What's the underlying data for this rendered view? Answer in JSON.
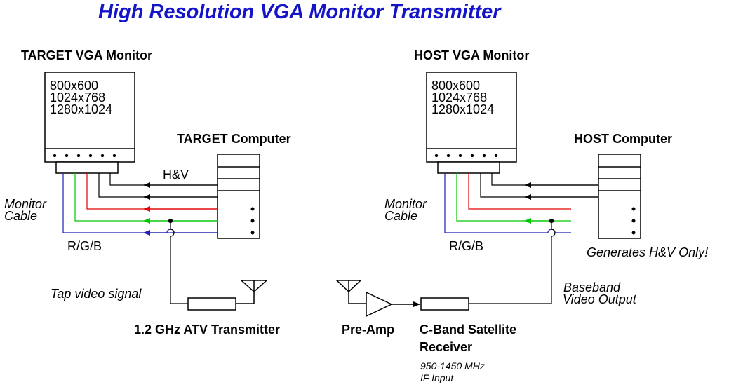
{
  "title": "High Resolution VGA Monitor Transmitter",
  "colors": {
    "title": "#1414c8",
    "red_wire": "#e00000",
    "green_wire": "#00c800",
    "blue_wire": "#1e1eb4",
    "line": "#000000"
  },
  "left": {
    "monitor_title": "TARGET VGA Monitor",
    "resolutions": [
      "800x600",
      "1024x768",
      "1280x1024"
    ],
    "computer_title": "TARGET Computer",
    "hv_label": "H&V",
    "cable_label_1": "Monitor",
    "cable_label_2": "Cable",
    "rgb_label": "R/G/B",
    "tap_label": "Tap video signal",
    "transmitter_label": "1.2 GHz ATV Transmitter"
  },
  "right": {
    "monitor_title": "HOST VGA Monitor",
    "resolutions": [
      "800x600",
      "1024x768",
      "1280x1024"
    ],
    "computer_title": "HOST Computer",
    "cable_label_1": "Monitor",
    "cable_label_2": "Cable",
    "rgb_label": "R/G/B",
    "generates_label": "Generates H&V Only!",
    "baseband_label_1": "Baseband",
    "baseband_label_2": "Video Output",
    "preamp_label": "Pre-Amp",
    "receiver_label_1": "C-Band Satellite",
    "receiver_label_2": "Receiver",
    "if_label_1": "950-1450 MHz",
    "if_label_2": "IF Input"
  }
}
